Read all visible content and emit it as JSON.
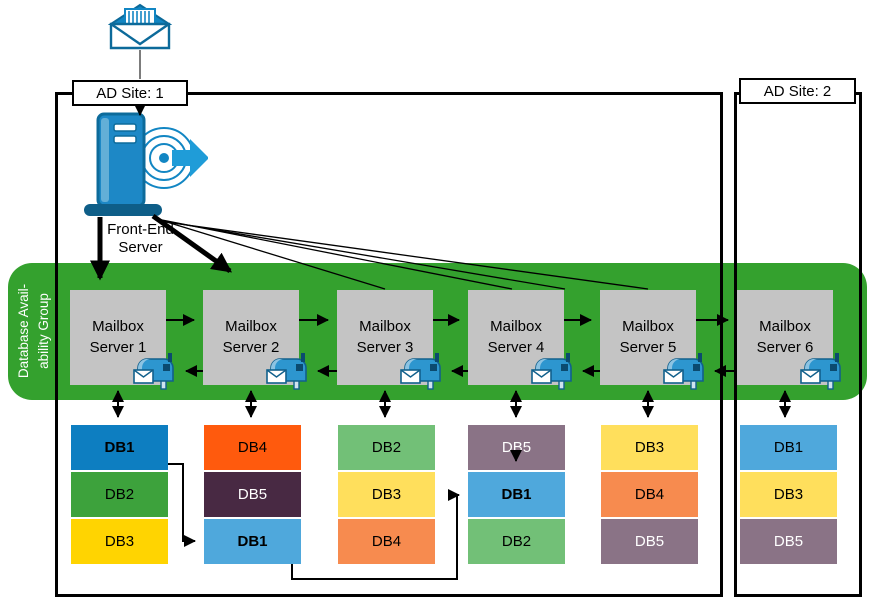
{
  "sites": {
    "site1": "AD Site: 1",
    "site2": "AD Site: 2"
  },
  "front_end": {
    "line1": "Front-End",
    "line2": "Server"
  },
  "dag": {
    "line1": "Database Avail-",
    "line2": "ability Group"
  },
  "icons": [
    "mail-envelope-icon",
    "front-end-server-icon",
    "mailbox-icon"
  ],
  "colors": {
    "dag_green": "#34A12E",
    "server_gray": "#C4C4C4",
    "icon_blue": "#1286C3",
    "db1_active": "#0D7EC1",
    "db1_passive": "#4FA8DC",
    "db2_active": "#3DA23C",
    "db2_passive": "#72C077",
    "db3_active": "#FFD401",
    "db3_passive": "#FFDF5C",
    "db4_active": "#FF5A0D",
    "db4_passive": "#F78B4F",
    "db5_active": "#482943",
    "db5_passive": "#8A7386"
  },
  "servers": [
    {
      "line1": "Mailbox",
      "line2": "Server 1",
      "dbs": [
        {
          "label": "DB1",
          "color": "db1_active",
          "bold": true
        },
        {
          "label": "DB2",
          "color": "db2_active"
        },
        {
          "label": "DB3",
          "color": "db3_active"
        }
      ]
    },
    {
      "line1": "Mailbox",
      "line2": "Server 2",
      "dbs": [
        {
          "label": "DB4",
          "color": "db4_active"
        },
        {
          "label": "DB5",
          "color": "db5_active",
          "white": true
        },
        {
          "label": "DB1",
          "color": "db1_passive",
          "bold": true
        }
      ]
    },
    {
      "line1": "Mailbox",
      "line2": "Server 3",
      "dbs": [
        {
          "label": "DB2",
          "color": "db2_passive"
        },
        {
          "label": "DB3",
          "color": "db3_passive"
        },
        {
          "label": "DB4",
          "color": "db4_passive"
        }
      ]
    },
    {
      "line1": "Mailbox",
      "line2": "Server 4",
      "dbs": [
        {
          "label": "DB5",
          "color": "db5_passive",
          "white": true
        },
        {
          "label": "DB1",
          "color": "db1_passive",
          "bold": true
        },
        {
          "label": "DB2",
          "color": "db2_passive"
        }
      ]
    },
    {
      "line1": "Mailbox",
      "line2": "Server 5",
      "dbs": [
        {
          "label": "DB3",
          "color": "db3_passive"
        },
        {
          "label": "DB4",
          "color": "db4_passive"
        },
        {
          "label": "DB5",
          "color": "db5_passive",
          "white": true
        }
      ]
    },
    {
      "line1": "Mailbox",
      "line2": "Server 6",
      "dbs": [
        {
          "label": "DB1",
          "color": "db1_passive"
        },
        {
          "label": "DB3",
          "color": "db3_passive"
        },
        {
          "label": "DB5",
          "color": "db5_passive",
          "white": true
        }
      ]
    }
  ]
}
